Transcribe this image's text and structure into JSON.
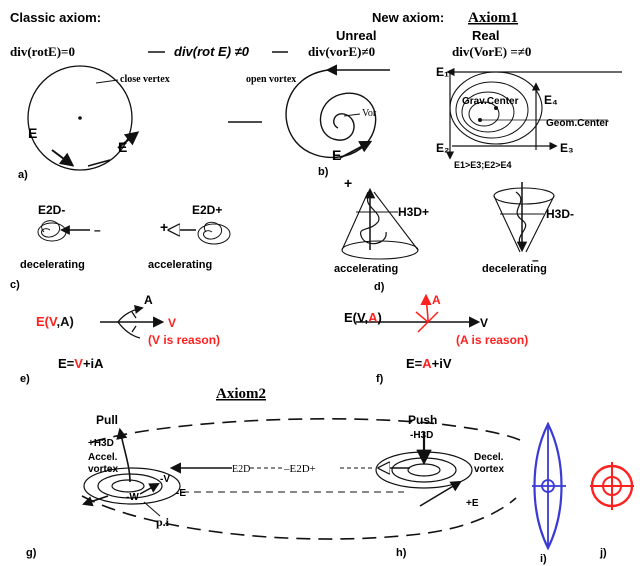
{
  "headers": {
    "classic": "Classic axiom:",
    "new_axiom": "New axiom:",
    "axiom1": "Axiom1",
    "unreal": "Unreal",
    "real": "Real",
    "axiom2": "Axiom2"
  },
  "equations": {
    "div_rot_zero": "div(rotE)=0",
    "div_rot_nonzero": "div(rot E) ≠0",
    "div_vor_unreal": "div(vorE)≠0",
    "div_vor_real": "div(VorE) =≠0"
  },
  "panel_a": {
    "label": "a)",
    "vertex": "close vertex",
    "e1": "E",
    "e2": "E"
  },
  "panel_b": {
    "label": "b)",
    "vertex": "open vortex",
    "vor": "Vor",
    "e": "E"
  },
  "panel_real": {
    "e1": "E₁",
    "e2": "E₂",
    "e3": "E₃",
    "e4": "E₄",
    "grav": "Grav.Center",
    "geom": "Geom.Center",
    "relation": "E1>E3;E2>E4"
  },
  "panel_c": {
    "label": "c)",
    "e2d_minus": "E2D-",
    "e2d_plus": "E2D+",
    "minus": "–",
    "plus": "+",
    "decel": "decelerating",
    "accel": "accelerating"
  },
  "panel_d": {
    "label": "d)",
    "h3d_plus": "H3D+",
    "h3d_minus": "H3D-",
    "plus": "+",
    "minus": "–",
    "accel": "accelerating",
    "decel": "decelerating"
  },
  "panel_e": {
    "label": "e)",
    "e_part": "E(",
    "va_v": "V",
    "va_comma": ",A)",
    "a": "A",
    "v": "V",
    "reason": "(V is reason)",
    "formula_left": "E=",
    "formula_red": "V",
    "formula_right": "+iA"
  },
  "panel_f": {
    "label": "f)",
    "e_part": "E(V,",
    "red_a": "A",
    "paren": ")",
    "a": "A",
    "v": "V",
    "reason": "(A is reason)",
    "formula_left": "E=",
    "formula_red": "A",
    "formula_right": "+iV"
  },
  "panel_g": {
    "label": "g)",
    "pull": "Pull",
    "h3d": "+H3D",
    "accel1": "Accel.",
    "accel2": "vortex",
    "e2d_left": "E2D",
    "e2d_plus": "–E2D+",
    "v": "-V",
    "w": "-W",
    "e": "-E",
    "pi": "p.i"
  },
  "panel_h": {
    "label": "h)",
    "push": "Push",
    "h3d": "-H3D",
    "decel1": "Decel.",
    "decel2": "vortex",
    "e": "+E"
  },
  "panel_i": {
    "label": "i)"
  },
  "panel_j": {
    "label": "j)"
  },
  "colors": {
    "red": "#ff2020",
    "blue": "#3a3ad6",
    "black": "#111111"
  }
}
